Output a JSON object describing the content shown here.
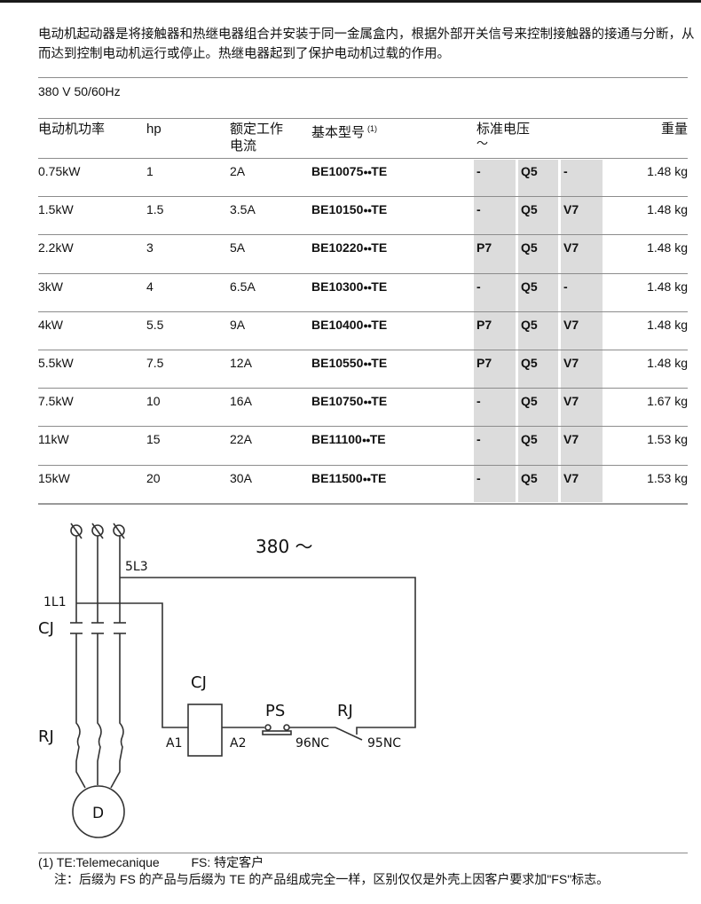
{
  "intro_text": "电动机起动器是将接触器和热继电器组合并安装于同一金属盒内，根据外部开关信号来控制接触器的接通与分断，从而达到控制电动机运行或停止。热继电器起到了保护电动机过载的作用。",
  "supply": "380 V 50/60Hz",
  "table": {
    "headers": {
      "power": "电动机功率",
      "hp": "hp",
      "current_line1": "额定工作",
      "current_line2": "电流",
      "model": "基本型号",
      "model_footnote": "(1)",
      "voltage": "标准电压",
      "voltage_symbol": "～",
      "weight": "重量"
    },
    "highlight_color": "#dcdcdc",
    "rows": [
      {
        "power": "0.75kW",
        "hp": "1",
        "current": "2A",
        "model_prefix": "BE10075",
        "model_suffix": "TE",
        "v1": "-",
        "v2": "Q5",
        "v3": "-",
        "weight": "1.48 kg"
      },
      {
        "power": "1.5kW",
        "hp": "1.5",
        "current": "3.5A",
        "model_prefix": "BE10150",
        "model_suffix": "TE",
        "v1": "-",
        "v2": "Q5",
        "v3": "V7",
        "weight": "1.48 kg"
      },
      {
        "power": "2.2kW",
        "hp": "3",
        "current": "5A",
        "model_prefix": "BE10220",
        "model_suffix": "TE",
        "v1": "P7",
        "v2": "Q5",
        "v3": "V7",
        "weight": "1.48 kg"
      },
      {
        "power": "3kW",
        "hp": "4",
        "current": "6.5A",
        "model_prefix": "BE10300",
        "model_suffix": "TE",
        "v1": "-",
        "v2": "Q5",
        "v3": "-",
        "weight": "1.48 kg"
      },
      {
        "power": "4kW",
        "hp": "5.5",
        "current": "9A",
        "model_prefix": "BE10400",
        "model_suffix": "TE",
        "v1": "P7",
        "v2": "Q5",
        "v3": "V7",
        "weight": "1.48 kg"
      },
      {
        "power": "5.5kW",
        "hp": "7.5",
        "current": "12A",
        "model_prefix": "BE10550",
        "model_suffix": "TE",
        "v1": "P7",
        "v2": "Q5",
        "v3": "V7",
        "weight": "1.48 kg"
      },
      {
        "power": "7.5kW",
        "hp": "10",
        "current": "16A",
        "model_prefix": "BE10750",
        "model_suffix": "TE",
        "v1": "-",
        "v2": "Q5",
        "v3": "V7",
        "weight": "1.67 kg"
      },
      {
        "power": "11kW",
        "hp": "15",
        "current": "22A",
        "model_prefix": "BE11100",
        "model_suffix": "TE",
        "v1": "-",
        "v2": "Q5",
        "v3": "V7",
        "weight": "1.53 kg"
      },
      {
        "power": "15kW",
        "hp": "20",
        "current": "30A",
        "model_prefix": "BE11500",
        "model_suffix": "TE",
        "v1": "-",
        "v2": "Q5",
        "v3": "V7",
        "weight": "1.53 kg"
      }
    ],
    "model_placeholder": "●●"
  },
  "diagram": {
    "supply_label": "380 ～",
    "terminal_l3": "5L3",
    "terminal_l1": "1L1",
    "contactor_label": "CJ",
    "relay_label": "RJ",
    "motor_label": "D",
    "coil_label": "CJ",
    "coil_a1": "A1",
    "coil_a2": "A2",
    "switch_label": "PS",
    "relay_contact_label": "RJ",
    "nc96": "96NC",
    "nc95": "95NC"
  },
  "footnote": {
    "line1_num": "(1)",
    "line1_te": "TE:Telemecanique",
    "line1_fs": "FS: 特定客户",
    "line2": "注：后缀为 FS 的产品与后缀为 TE 的产品组成完全一样，区别仅仅是外壳上因客户要求加\"FS\"标志。"
  }
}
